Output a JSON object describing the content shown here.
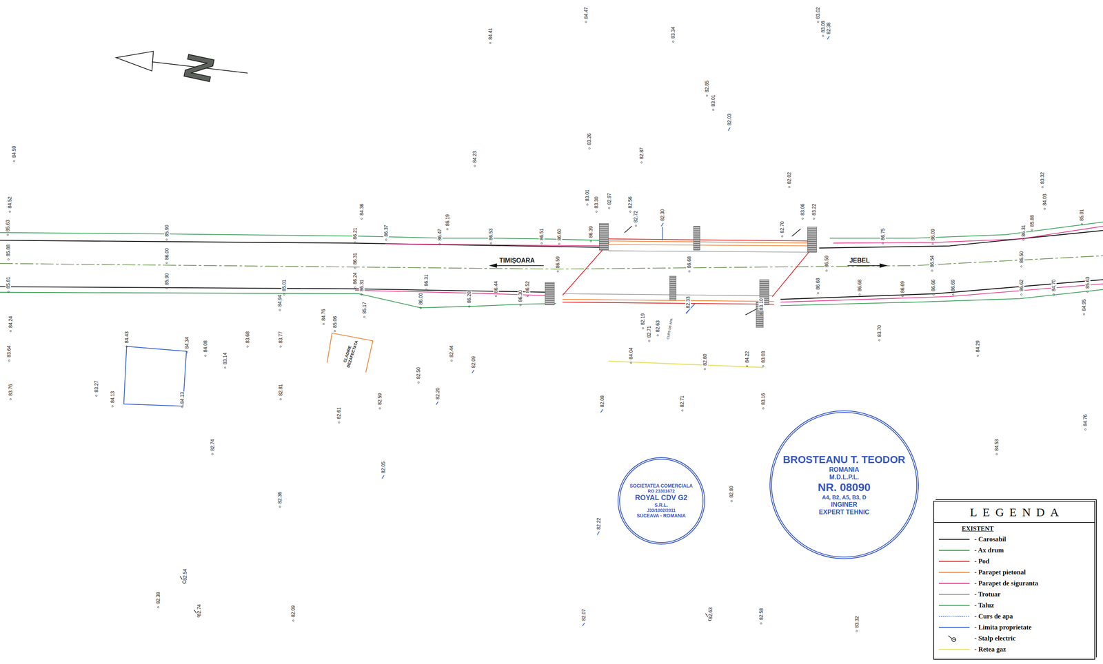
{
  "diagram": {
    "nodes": [
      {
        "text": [
          "SOCIETATEA COMERCIALA",
          "RO 23301672",
          "ROYAL CDV G2",
          "S.R.L.",
          "J33/1002/2011",
          "SUCEAVA - ROMANIA"
        ]
      },
      {
        "text": [
          "BROSTEANU T. TEODOR",
          "ROMANIA",
          "M.D.L.P.L.",
          "NR. 08090",
          "A4, B2, A5, B3, D",
          "INGINER",
          "EXPERT TEHNIC"
        ]
      },
      {
        "text": [
          "LEGENDA",
          "EXISTENT"
        ]
      }
    ],
    "labels": [
      "84.47",
      "84.41",
      "83.34",
      "83.02",
      "83.08",
      "82.38",
      "82.85",
      "83.01",
      "82.03",
      "84.59",
      "84.23",
      "83.26",
      "82.87",
      "82.02",
      "83.32",
      "84.03",
      "84.52",
      "83.01",
      "83.30",
      "82.97",
      "82.56",
      "82.72",
      "82.30",
      "83.06",
      "83.22",
      "82.70",
      "85.63",
      "84.36",
      "85.90",
      "86.21",
      "86.37",
      "86.19",
      "86.47",
      "86.53",
      "86.51",
      "86.60",
      "86.39",
      "86.75",
      "86.09",
      "85.88",
      "86.31",
      "85.91",
      "85.88",
      "86.00",
      "86.31",
      "86.59",
      "86.68",
      "86.59",
      "86.54",
      "86.50",
      "85.81",
      "85.90",
      "86.24",
      "86.31",
      "85.01",
      "86.31",
      "86.44",
      "86.52",
      "86.30",
      "86.28",
      "86.00",
      "84.94",
      "86.68",
      "86.68",
      "86.69",
      "86.66",
      "86.69",
      "86.62",
      "84.70",
      "85.63",
      "84.95",
      "85.17",
      "84.76",
      "85.06",
      "83.10",
      "82.19",
      "82.63",
      "82.71",
      "82.33",
      "84.24",
      "84.43",
      "84.34",
      "84.08",
      "83.14",
      "83.68",
      "83.77",
      "83.70",
      "83.64",
      "82.44",
      "82.09",
      "84.04",
      "82.80",
      "84.22",
      "83.03",
      "84.29",
      "82.50",
      "83.76",
      "83.27",
      "84.13",
      "84.13",
      "82.81",
      "82.20",
      "82.59",
      "82.08",
      "82.71",
      "83.16",
      "82.61",
      "84.76",
      "82.74",
      "84.53",
      "82.05",
      "82.36",
      "82.80",
      "82.22",
      "82.54",
      "82.38",
      "82.74",
      "82.09",
      "82.07",
      "82.63",
      "82.58",
      "83.32",
      "TIMIȘOARA",
      "JEBEL",
      "CLADIRE DEZAFECTATA",
      "CURS DE APA",
      "N"
    ],
    "legend": [
      {
        "text": "- Carosabil"
      },
      {
        "text": "- Ax drum"
      },
      {
        "text": "- Pod"
      },
      {
        "text": "- Parapet pietonal"
      },
      {
        "text": "- Parapet de siguranta"
      },
      {
        "text": "- Trotuar"
      },
      {
        "text": "- Taluz"
      },
      {
        "text": "- Curs de apa"
      },
      {
        "text": "- Limita proprietate"
      },
      {
        "text": "- Stalp electric"
      },
      {
        "text": "- Retea gaz"
      }
    ]
  }
}
